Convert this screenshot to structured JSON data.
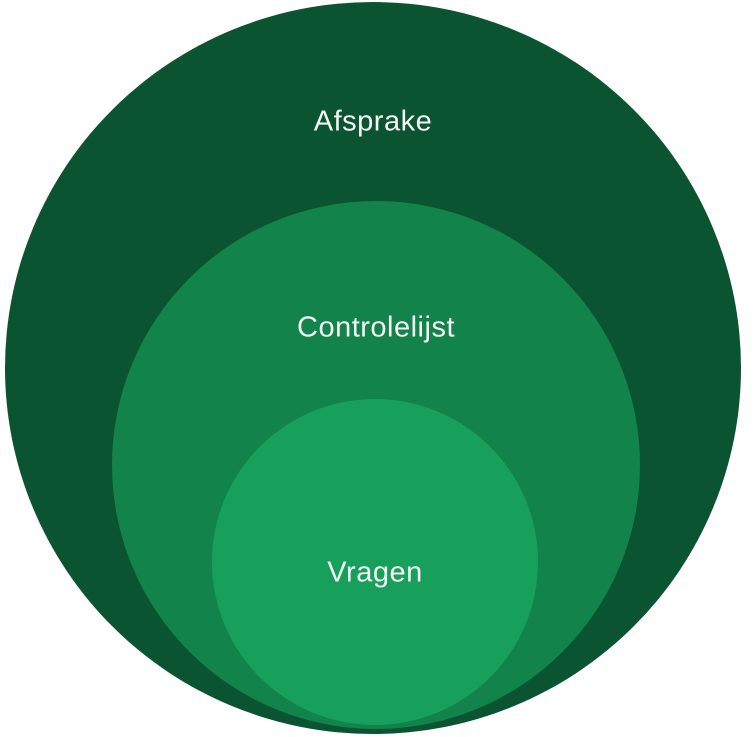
{
  "diagram": {
    "type": "nested-circles",
    "background_color": "#ffffff",
    "label_text_color": "#f5f5f5",
    "rings": [
      {
        "label": "Afsprake",
        "color": "#0b5431",
        "level": "outer"
      },
      {
        "label": "Controlelijst",
        "color": "#12834a",
        "level": "middle"
      },
      {
        "label": "Vragen",
        "color": "#17a05b",
        "level": "inner"
      }
    ]
  }
}
